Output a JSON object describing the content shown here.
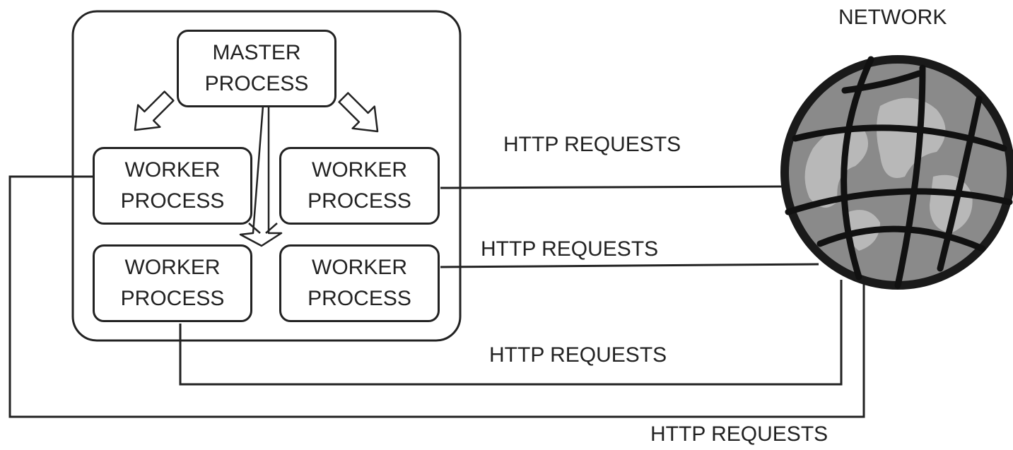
{
  "network_label": "NETWORK",
  "master": {
    "line1": "MASTER",
    "line2": "PROCESS"
  },
  "workers": [
    {
      "line1": "WORKER",
      "line2": "PROCESS"
    },
    {
      "line1": "WORKER",
      "line2": "PROCESS"
    },
    {
      "line1": "WORKER",
      "line2": "PROCESS"
    },
    {
      "line1": "WORKER",
      "line2": "PROCESS"
    }
  ],
  "requests": [
    "HTTP REQUESTS",
    "HTTP REQUESTS",
    "HTTP REQUESTS",
    "HTTP REQUESTS"
  ],
  "colors": {
    "stroke": "#222222",
    "globe_fill": "#8a8a8a",
    "globe_land": "#bdbdbd"
  }
}
